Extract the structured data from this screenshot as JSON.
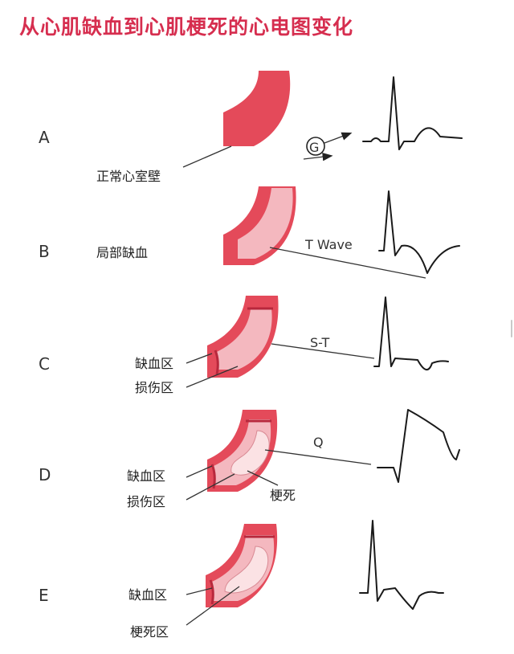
{
  "title": "从心肌缺血到心肌梗死的心电图变化",
  "colors": {
    "title": "#d62e4f",
    "wall_normal": "#e44a5a",
    "ischemia": "#f4b8bf",
    "injury_band": "#b8283c",
    "infarct": "#fbe2e4"
  },
  "rows": [
    {
      "letter": "A",
      "labels": [
        "正常心室壁"
      ],
      "annotation": "G"
    },
    {
      "letter": "B",
      "labels": [
        "局部缺血"
      ],
      "annotation": "T Wave"
    },
    {
      "letter": "C",
      "labels": [
        "缺血区",
        "损伤区"
      ],
      "annotation": "S-T"
    },
    {
      "letter": "D",
      "labels": [
        "缺血区",
        "损伤区",
        "梗死"
      ],
      "annotation": "Q"
    },
    {
      "letter": "E",
      "labels": [
        "缺血区",
        "梗死区"
      ]
    }
  ]
}
